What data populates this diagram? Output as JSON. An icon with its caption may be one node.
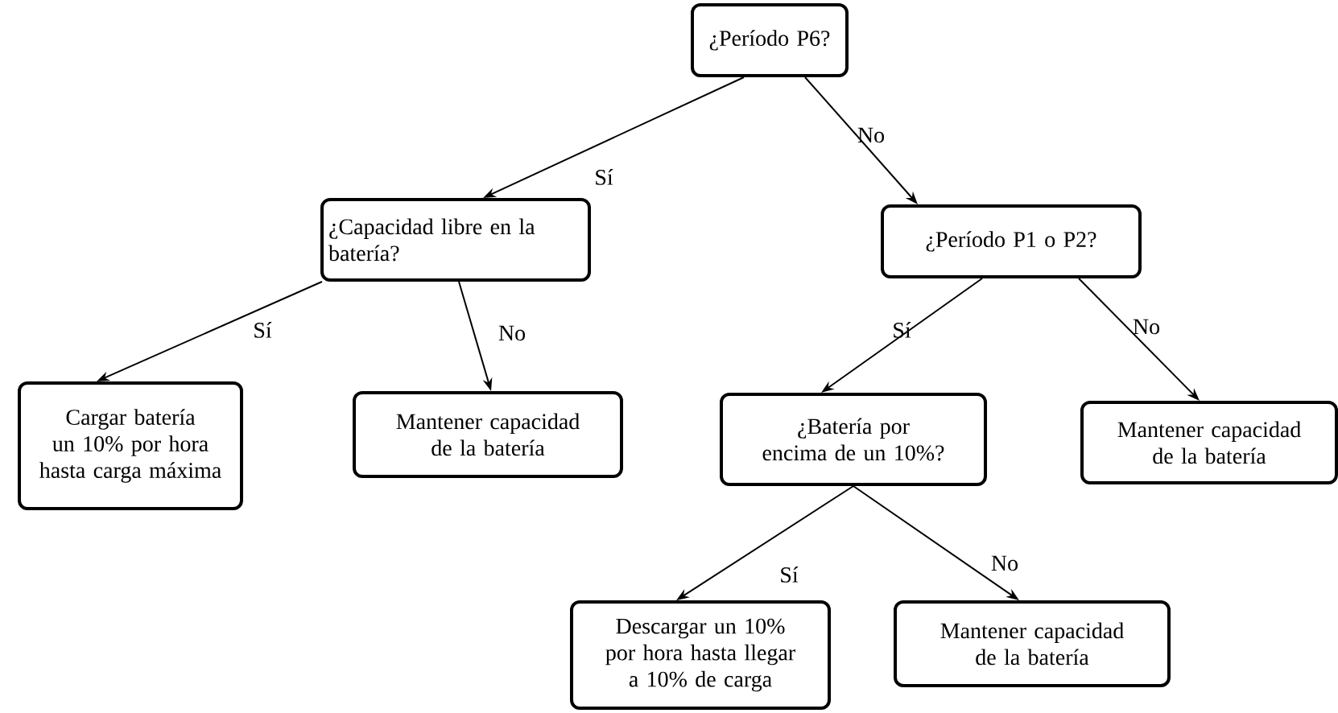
{
  "diagram": {
    "nodes": [
      {
        "text": [
          "¿Período P6?"
        ]
      },
      {
        "text": [
          "¿Capacidad libre en la batería?"
        ]
      },
      {
        "text": [
          "¿Período P1 o P2?"
        ]
      },
      {
        "text": [
          "Cargar batería un 10% por hora hasta carga máxima"
        ]
      },
      {
        "text": [
          "Mantener capacidad de la batería"
        ]
      },
      {
        "text": [
          "¿Batería por encima de un 10%?"
        ]
      },
      {
        "text": [
          "Mantener capacidad de la batería"
        ]
      },
      {
        "text": [
          "Descargar un 10% por hora hasta llegar a 10% de carga"
        ]
      },
      {
        "text": [
          "Mantener capacidad de la batería"
        ]
      }
    ],
    "edges": [
      {
        "from": 0,
        "to": 1,
        "arrow": "to",
        "label": "Sí"
      },
      {
        "from": 0,
        "to": 2,
        "arrow": "to",
        "label": "No"
      },
      {
        "from": 1,
        "to": 3,
        "arrow": "to",
        "label": "Sí"
      },
      {
        "from": 1,
        "to": 4,
        "arrow": "to",
        "label": "No"
      },
      {
        "from": 2,
        "to": 5,
        "arrow": "to",
        "label": "Sí"
      },
      {
        "from": 2,
        "to": 6,
        "arrow": "to",
        "label": "No"
      },
      {
        "from": 5,
        "to": 7,
        "arrow": "to",
        "label": "Sí"
      },
      {
        "from": 5,
        "to": 8,
        "arrow": "to",
        "label": "No"
      }
    ]
  }
}
